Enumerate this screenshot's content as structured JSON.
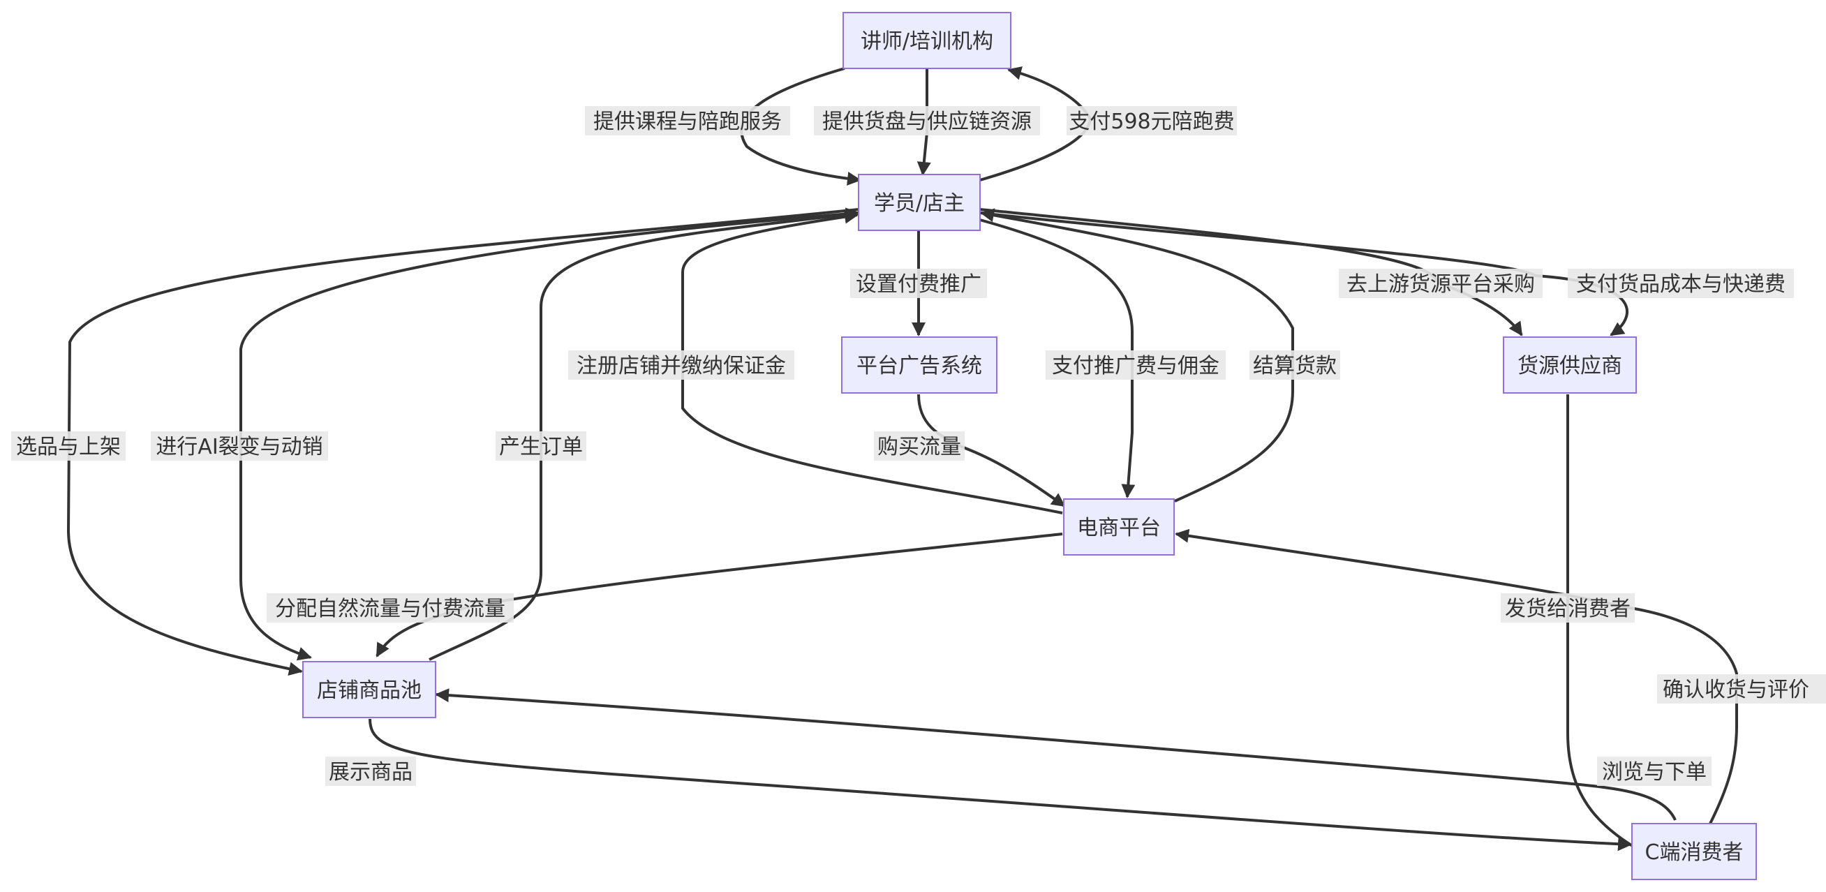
{
  "nodes": {
    "trainer": "讲师/培训机构",
    "student": "学员/店主",
    "ads": "平台广告系统",
    "supplier": "货源供应商",
    "platform": "电商平台",
    "pool": "店铺商品池",
    "consumer": "C端消费者"
  },
  "edges": {
    "e1": "提供课程与陪跑服务",
    "e2": "提供货盘与供应链资源",
    "e3": "支付598元陪跑费",
    "e4": "选品与上架",
    "e5": "进行AI裂变与动销",
    "e6": "产生订单",
    "e7": "注册店铺并缴纳保证金",
    "e8": "设置付费推广",
    "e9": "支付推广费与佣金",
    "e10": "结算货款",
    "e11": "去上游货源平台采购",
    "e12": "支付货品成本与快递费",
    "e13": "购买流量",
    "e14": "分配自然流量与付费流量",
    "e15": "发货给消费者",
    "e16": "确认收货与评价",
    "e17": "展示商品",
    "e18": "浏览与下单"
  },
  "colors": {
    "node_fill": "#ECECFF",
    "node_stroke": "#9370DB",
    "edge": "#333333",
    "label_bg": "#E8E8E8",
    "text": "#333333"
  }
}
